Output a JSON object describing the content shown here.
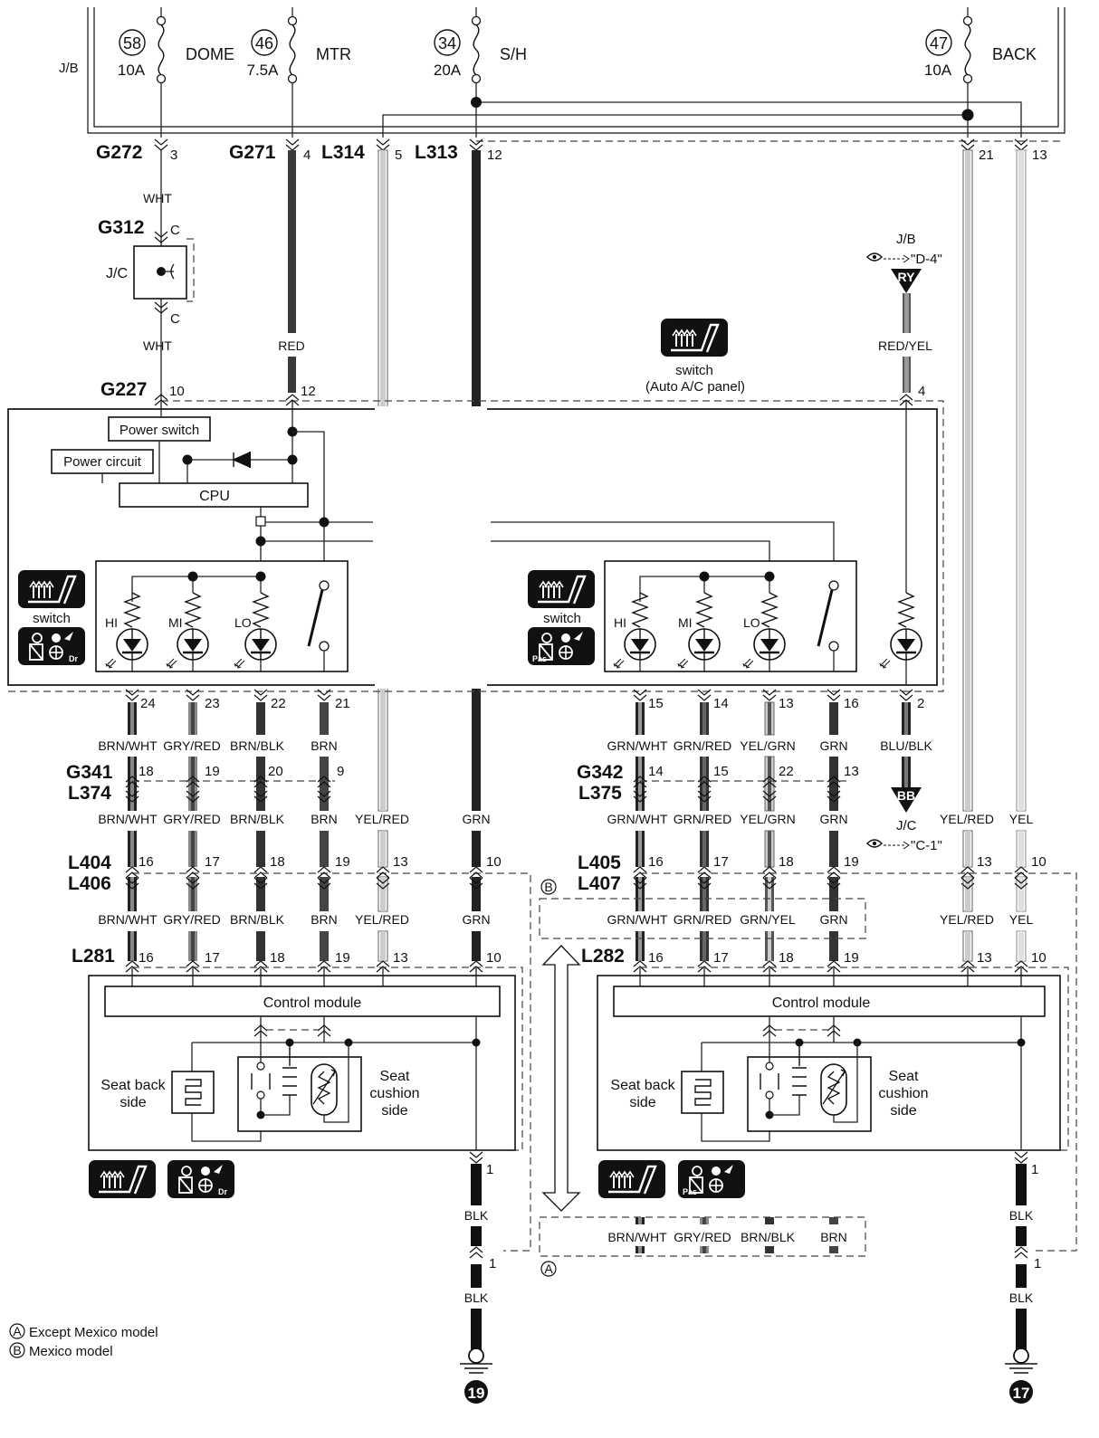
{
  "jb": {
    "label": "J/B",
    "fuses": [
      {
        "num": "58",
        "rating": "10A",
        "name": "DOME"
      },
      {
        "num": "46",
        "rating": "7.5A",
        "name": "MTR"
      },
      {
        "num": "34",
        "rating": "20A",
        "name": "S/H"
      },
      {
        "num": "47",
        "rating": "10A",
        "name": "BACK"
      }
    ]
  },
  "connectors": {
    "g272": {
      "name": "G272",
      "pin": "3"
    },
    "g271": {
      "name": "G271",
      "pin": "4"
    },
    "l314": {
      "name": "L314",
      "pin": "5"
    },
    "l313": {
      "name": "L313",
      "pin": "12"
    },
    "back_pins": [
      "21",
      "13"
    ],
    "g312": {
      "name": "G312",
      "pin": "C"
    },
    "jc_label": "J/C",
    "jc_pin_bottom": "C",
    "g227": {
      "name": "G227",
      "pins": [
        "10",
        "12",
        "4"
      ]
    },
    "g341": {
      "name": "G341",
      "name2": "L374",
      "pins": [
        "18",
        "19",
        "20",
        "9"
      ]
    },
    "g342": {
      "name": "G342",
      "name2": "L375",
      "pins": [
        "14",
        "15",
        "22",
        "13"
      ]
    },
    "l404": {
      "name": "L404",
      "name2": "L406",
      "pins": [
        "16",
        "17",
        "18",
        "19",
        "13",
        "10"
      ]
    },
    "l405": {
      "name": "L405",
      "name2": "L407",
      "pins": [
        "16",
        "17",
        "18",
        "19",
        "13",
        "10"
      ]
    },
    "l281": {
      "name": "L281",
      "pins": [
        "16",
        "17",
        "18",
        "19",
        "13",
        "10"
      ]
    },
    "l282": {
      "name": "L282",
      "pins": [
        "16",
        "17",
        "18",
        "19",
        "13",
        "10"
      ]
    }
  },
  "wires": {
    "wht": "WHT",
    "red": "RED",
    "red_yel": "RED/YEL",
    "left_sw": [
      "BRN/WHT",
      "GRY/RED",
      "BRN/BLK",
      "BRN"
    ],
    "left_mid": [
      "BRN/WHT",
      "GRY/RED",
      "BRN/BLK",
      "BRN",
      "YEL/RED",
      "GRN"
    ],
    "left_low": [
      "BRN/WHT",
      "GRY/RED",
      "BRN/BLK",
      "BRN",
      "YEL/RED",
      "GRN"
    ],
    "right_sw": [
      "GRN/WHT",
      "GRN/RED",
      "YEL/GRN",
      "GRN",
      "BLU/BLK"
    ],
    "right_mid": [
      "GRN/WHT",
      "GRN/RED",
      "YEL/GRN",
      "GRN",
      "YEL/RED",
      "YEL"
    ],
    "right_b": [
      "GRN/WHT",
      "GRN/RED",
      "GRN/YEL",
      "GRN"
    ],
    "right_low_back": [
      "YEL/RED",
      "YEL"
    ],
    "box_a": [
      "BRN/WHT",
      "GRY/RED",
      "BRN/BLK",
      "BRN"
    ],
    "blk": "BLK"
  },
  "refs": {
    "jb_ref": "J/B",
    "d4": "\"D-4\"",
    "ry": "RY",
    "bb": "BB",
    "jc_ref": "J/C",
    "c1": "\"C-1\""
  },
  "switch_module": {
    "power_switch": "Power switch",
    "power_circuit": "Power circuit",
    "cpu": "CPU",
    "switch_label": "switch",
    "levels": [
      "HI",
      "MI",
      "LO"
    ],
    "driver_mark": "Dr",
    "passenger_mark": "Pas",
    "left_pins": [
      "24",
      "23",
      "22",
      "21"
    ],
    "right_pins": [
      "15",
      "14",
      "13",
      "16",
      "2"
    ]
  },
  "ac_switch": {
    "label": "switch",
    "sub": "(Auto A/C panel)"
  },
  "heater": {
    "control_module": "Control module",
    "seat_back": [
      "Seat back",
      "side"
    ],
    "seat_cushion": [
      "Seat",
      "cushion",
      "side"
    ],
    "ground_pin": "1"
  },
  "grounds": [
    "19",
    "17"
  ],
  "legend": [
    {
      "mark": "A",
      "text": "Except Mexico model"
    },
    {
      "mark": "B",
      "text": "Mexico model"
    }
  ],
  "boxes": {
    "a": "A",
    "b": "B"
  }
}
